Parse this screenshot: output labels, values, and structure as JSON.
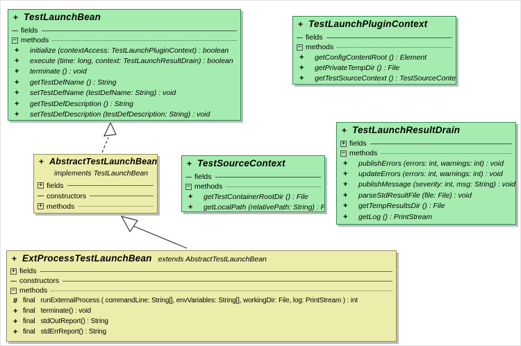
{
  "palette": {
    "interface_fill": "#a6ecb0",
    "interface_border": "#2e8b4f",
    "class_fill": "#ececab",
    "class_border": "#90905c",
    "shadow": "#bcbcbc",
    "background": "#ffffff",
    "text": "#000000"
  },
  "icons": {
    "expanded_glyph": "−",
    "collapsed_glyph": "+"
  },
  "classes": [
    {
      "visibility": "+",
      "name": "TestLaunchBean",
      "fields_label": "fields",
      "methods_label": "methods",
      "methods": [
        {
          "vis": "+",
          "sig": "initialize (contextAccess: TestLaunchPluginContext) : boolean"
        },
        {
          "vis": "+",
          "sig": "execute (time: long,  context: TestLaunchResultDrain) : boolean"
        },
        {
          "vis": "+",
          "sig": "terminate () : void"
        },
        {
          "vis": "+",
          "sig": "getTestDefName () : String"
        },
        {
          "vis": "+",
          "sig": "setTestDefName (testDefName: String) : void"
        },
        {
          "vis": "+",
          "sig": "getTestDefDescription () : String"
        },
        {
          "vis": "+",
          "sig": "setTestDefDescription (testDefDescription: String) : void"
        }
      ]
    },
    {
      "visibility": "+",
      "name": "TestLaunchPluginContext",
      "fields_label": "fields",
      "methods_label": "methods",
      "methods": [
        {
          "vis": "+",
          "sig": "getConfigContentRoot () : Element"
        },
        {
          "vis": "+",
          "sig": "getPrivateTempDir () : File"
        },
        {
          "vis": "+",
          "sig": "getTestSourceContext () : TestSourceContext"
        }
      ]
    },
    {
      "visibility": "+",
      "name": "AbstractTestLaunchBean",
      "subtitle": "implements  TestLaunchBean",
      "fields_label": "fields",
      "constructors_label": "constructors",
      "methods_label": "methods"
    },
    {
      "visibility": "+",
      "name": "TestSourceContext",
      "fields_label": "fields",
      "methods_label": "methods",
      "methods": [
        {
          "vis": "+",
          "sig": "getTestContainerRootDir () : File"
        },
        {
          "vis": "+",
          "sig": "getLocalPath (relativePath: String) : File"
        }
      ]
    },
    {
      "visibility": "+",
      "name": "TestLaunchResultDrain",
      "fields_label": "fields",
      "methods_label": "methods",
      "methods": [
        {
          "vis": "+",
          "sig": "publishErrors (errors: int,  warnings: int) : void"
        },
        {
          "vis": "+",
          "sig": "updateErrors (errors: int,  warnings: int) : void"
        },
        {
          "vis": "+",
          "sig": "publishMessage (severity: int,  msg: String) : void"
        },
        {
          "vis": "+",
          "sig": "parseStdResultFile (file: File) : void"
        },
        {
          "vis": "+",
          "sig": "getTempResultsDir () : File"
        },
        {
          "vis": "+",
          "sig": "getLog () : PrintStream"
        }
      ]
    },
    {
      "visibility": "+",
      "name": "ExtProcessTestLaunchBean",
      "annotation": "extends  AbstractTestLaunchBean",
      "fields_label": "fields",
      "constructors_label": "constructors",
      "methods_label": "methods",
      "methods": [
        {
          "vis": "#",
          "mod": "final",
          "sig": "runExternalProcess ( commandLine: String[],  envVariables: String[],  workingDir: File,  log: PrintStream ) : int"
        },
        {
          "vis": "+",
          "mod": "final",
          "sig": "terminate() : void"
        },
        {
          "vis": "+",
          "mod": "final",
          "sig": "stdOutReport() : String"
        },
        {
          "vis": "+",
          "mod": "final",
          "sig": "stdErrReport() : String"
        }
      ]
    }
  ],
  "relations": [
    {
      "type": "implements",
      "from": "AbstractTestLaunchBean",
      "to": "TestLaunchBean",
      "line": "dashed"
    },
    {
      "type": "extends",
      "from": "ExtProcessTestLaunchBean",
      "to": "AbstractTestLaunchBean",
      "line": "solid"
    }
  ]
}
